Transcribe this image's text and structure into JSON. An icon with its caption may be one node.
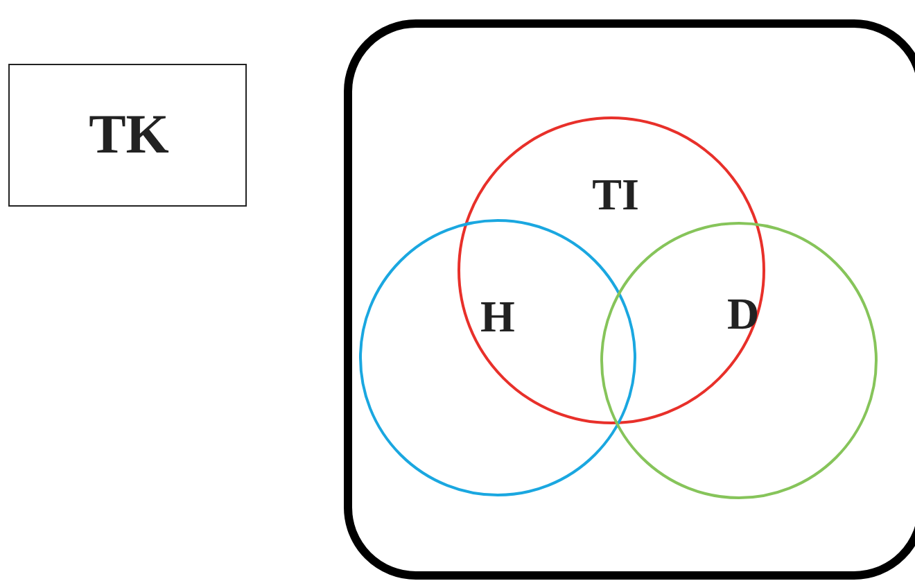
{
  "diagram": {
    "nodes": [
      {
        "text": [
          "TK"
        ]
      },
      {
        "text": [],
        "shape": "box"
      },
      {
        "text": [
          "TI"
        ],
        "in": 1
      },
      {
        "text": [
          "H"
        ],
        "in": 1
      },
      {
        "text": [
          "D"
        ],
        "in": 1
      }
    ],
    "edges": []
  }
}
